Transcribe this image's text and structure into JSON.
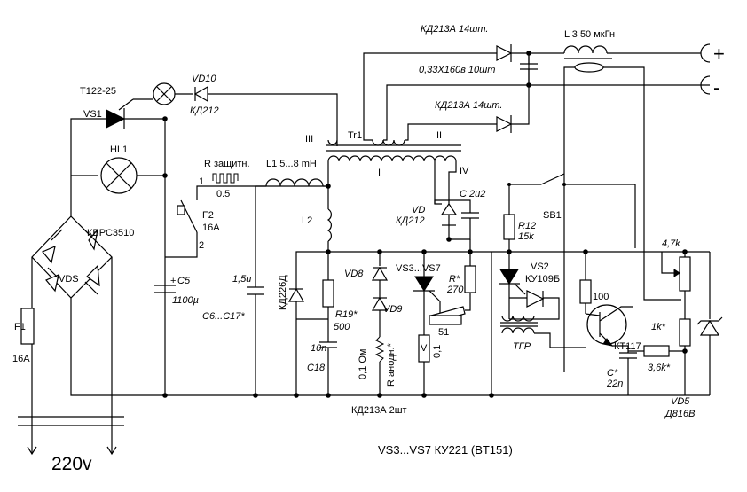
{
  "labels": {
    "thyristor_name": "T122-25",
    "vs1": "VS1",
    "vd10": "VD10",
    "kd212_top": "КД212",
    "hl1": "HL1",
    "bridge_type": "КВРС3510",
    "vds": "VDS",
    "f1": "F1",
    "f1_rating": "16A",
    "mains": "220v",
    "c5": "C5",
    "c5_value": "1100µ",
    "plus_mark": "+",
    "f2": "F2",
    "f2_rating": "16A",
    "f2_pin1": "1",
    "f2_pin2": "2",
    "r_protect": "R защитн.",
    "r_protect_value": "0.5",
    "l1": "L1 5...8 mH",
    "winding_iii": "III",
    "tr1": "Tr1",
    "winding_i": "I",
    "winding_ii": "II",
    "winding_iv": "IV",
    "diodes_top": "КД213А  14шт.",
    "diodes_mid": "КД213А  14шт.",
    "cap_bank": "0,33X160в  10шт",
    "choke": "L 3  50 мкГн",
    "out_plus": "+",
    "out_minus": "-",
    "l2": "L2",
    "cap_15u": "1,5u",
    "c6_c17": "C6...C17*",
    "kd226d": "КД226Д",
    "r19": "R19*",
    "r19_value": "500",
    "c18_value": "10n",
    "c18": "C18",
    "vd8": "VD8",
    "vd9": "VD9",
    "shunt_value": "0,1 Ом",
    "r_anode": "R анодн.*",
    "kd213a_2": "КД213А  2шт",
    "vs3_vs7": "VS3...VS7",
    "v_box": "V",
    "r_01": "0,1",
    "r51": "51",
    "vd_iv": "VD",
    "kd212_iv": "КД212",
    "c_2u2": "C  2u2",
    "r_star": "R*",
    "r_star_value": "270",
    "r12": "R12",
    "r12_value": "15k",
    "sb1": "SB1",
    "vs2": "VS2",
    "ku109b": "КУ109Б",
    "tgr": "ТГР",
    "r100": "100",
    "kt117": "КТ117",
    "c_star": "C*",
    "c_star_value": "22n",
    "r_36k": "3,6k*",
    "pot_47k": "4,7k",
    "r_1k": "1k*",
    "vd5": "VD5",
    "d816v": "Д816В",
    "thyristor_note": "VS3...VS7  КУ221 (BT151)"
  }
}
